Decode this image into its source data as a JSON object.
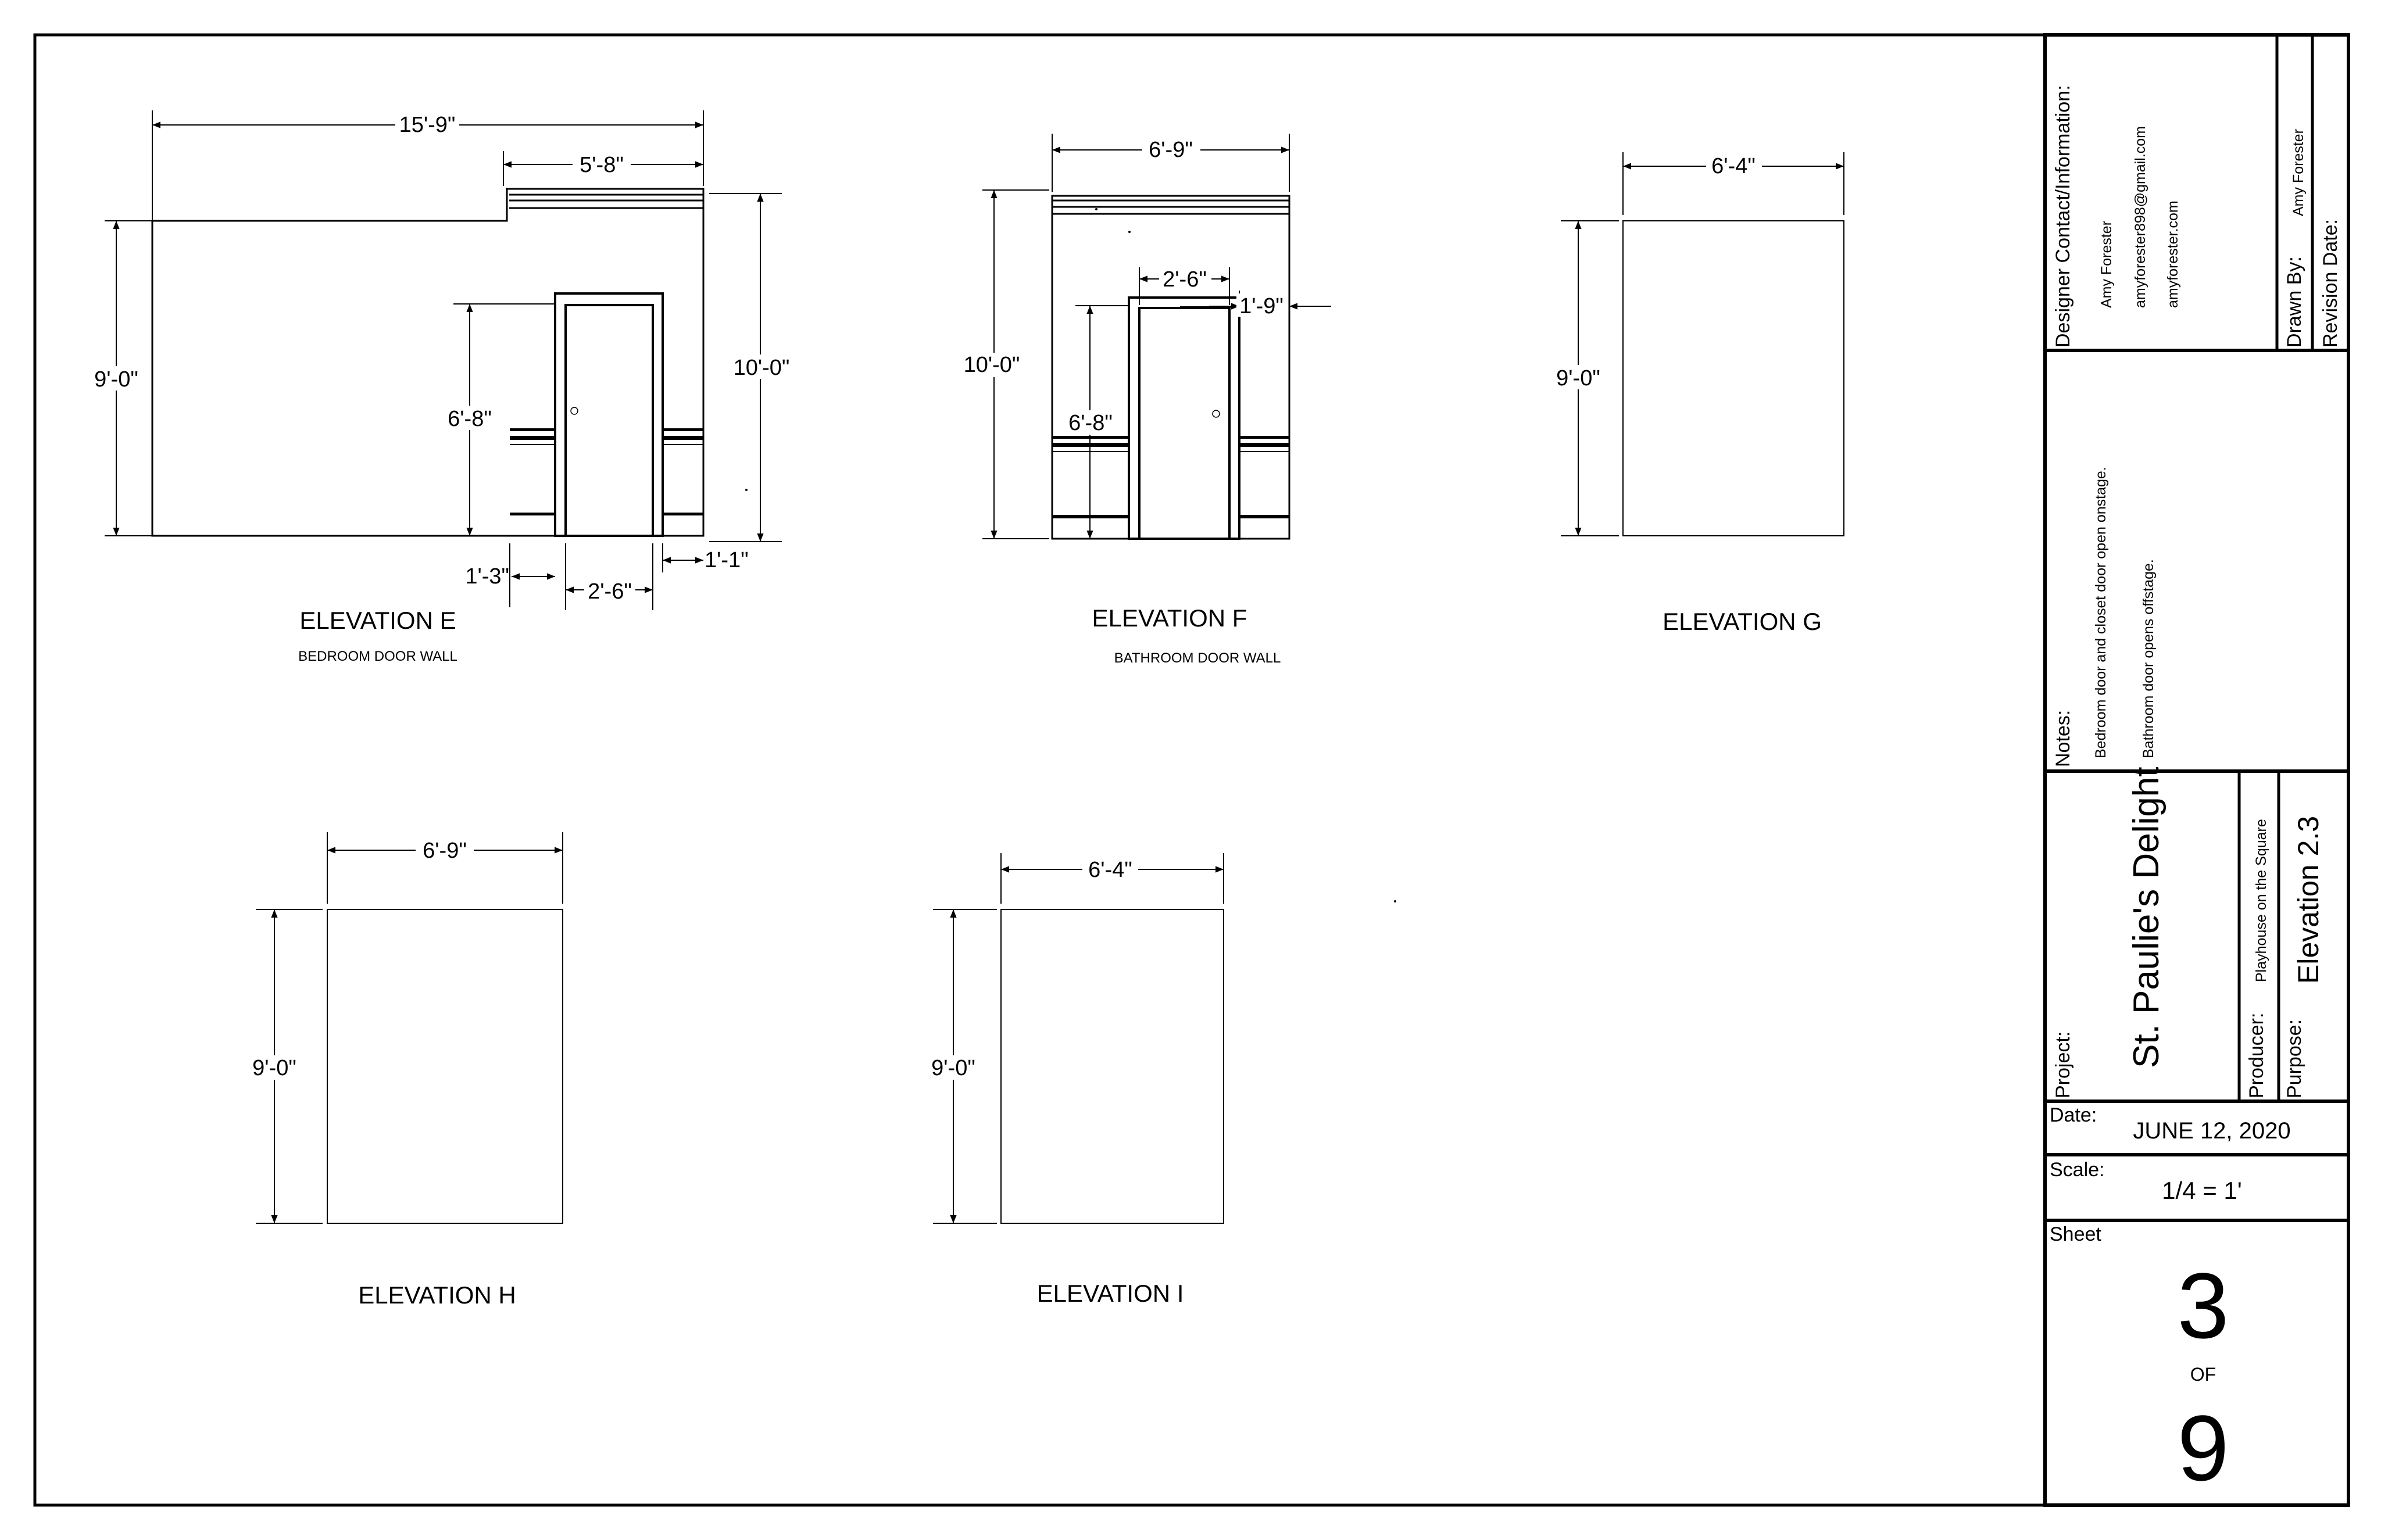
{
  "elevations": {
    "e": {
      "title": "ELEVATION E",
      "subtitle": "BEDROOM DOOR WALL",
      "dims": {
        "overall_width": "15'-9\"",
        "upper_width": "5'-8\"",
        "wall_height": "9'-0\"",
        "total_height": "10'-0\"",
        "door_height": "6'-8\"",
        "left_offset": "1'-3\"",
        "door_width": "2'-6\"",
        "right_offset": "1'-1\""
      }
    },
    "f": {
      "title": "ELEVATION F",
      "subtitle": "BATHROOM DOOR WALL",
      "dims": {
        "overall_width": "6'-9\"",
        "total_height": "10'-0\"",
        "door_width": "2'-6\"",
        "right_offset": "1'-9\"",
        "door_height": "6'-8\""
      }
    },
    "g": {
      "title": "ELEVATION G",
      "dims": {
        "width": "6'-4\"",
        "height": "9'-0\""
      }
    },
    "h": {
      "title": "ELEVATION H",
      "dims": {
        "width": "6'-9\"",
        "height": "9'-0\""
      }
    },
    "i": {
      "title": "ELEVATION I",
      "dims": {
        "width": "6'-4\"",
        "height": "9'-0\""
      }
    }
  },
  "title_block": {
    "designer_label": "Designer Contact/Information:",
    "designer_name": "Amy Forester",
    "designer_email": "amyforester898@gmail.com",
    "designer_site": "amyforester.com",
    "drawn_by_label": "Drawn By:",
    "drawn_by": "Amy Forester",
    "revision_label": "Revision Date:",
    "notes_label": "Notes:",
    "note_1": "Bedroom door and closet door open onstage.",
    "note_2": "Bathroom door opens offstage.",
    "project_label": "Project:",
    "project": "St. Paulie's Delight",
    "producer_label": "Producer:",
    "producer": "Playhouse on the Square",
    "purpose_label": "Purpose:",
    "purpose": "Elevation 2.3",
    "date_label": "Date:",
    "date": "JUNE 12, 2020",
    "scale_label": "Scale:",
    "scale": "1/4 = 1'",
    "sheet_label": "Sheet",
    "sheet_number": "3",
    "sheet_of": "OF",
    "sheet_total": "9"
  }
}
